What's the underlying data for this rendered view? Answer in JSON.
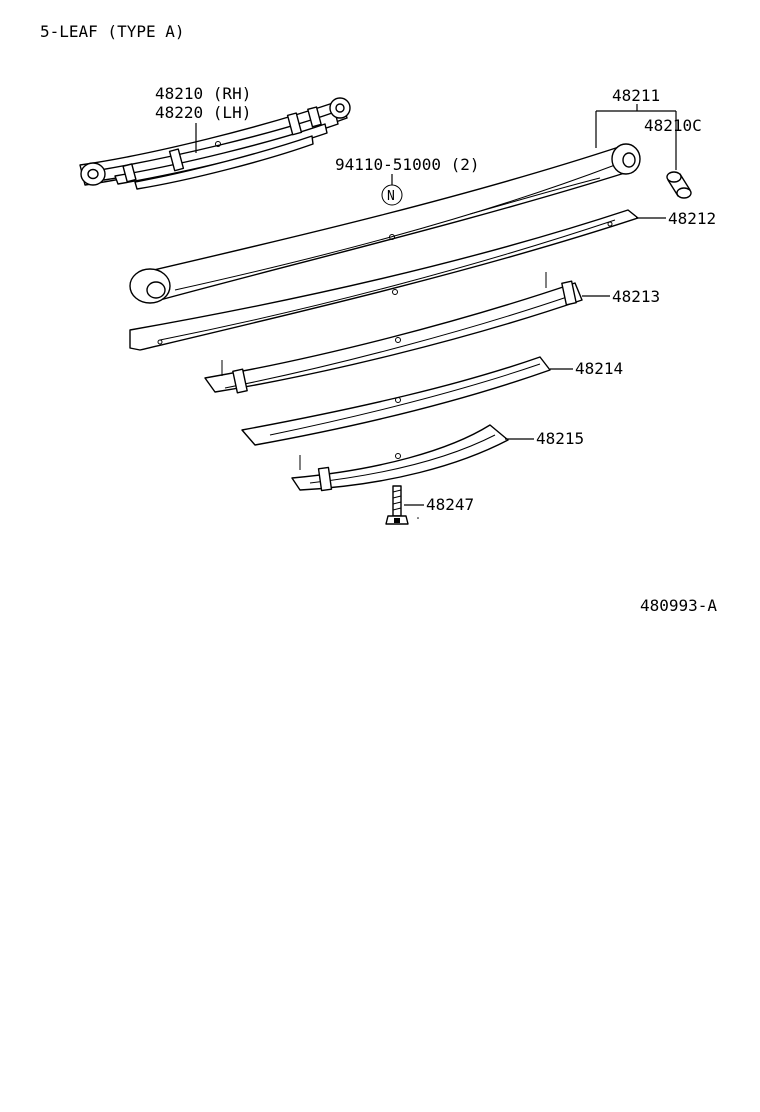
{
  "header": {
    "title": "5-LEAF (TYPE  A)"
  },
  "labels": {
    "assembly_rh": "48210 (RH)",
    "assembly_lh": "48220 (LH)",
    "leaf_1": "48211",
    "bushing": "48210C",
    "nut": "94110-51000 (2)",
    "nut_symbol": "N",
    "leaf_2": "48212",
    "leaf_3": "48213",
    "leaf_4": "48214",
    "leaf_5": "48215",
    "center_bolt": "48247"
  },
  "footer": {
    "figure_id": "480993-A"
  }
}
